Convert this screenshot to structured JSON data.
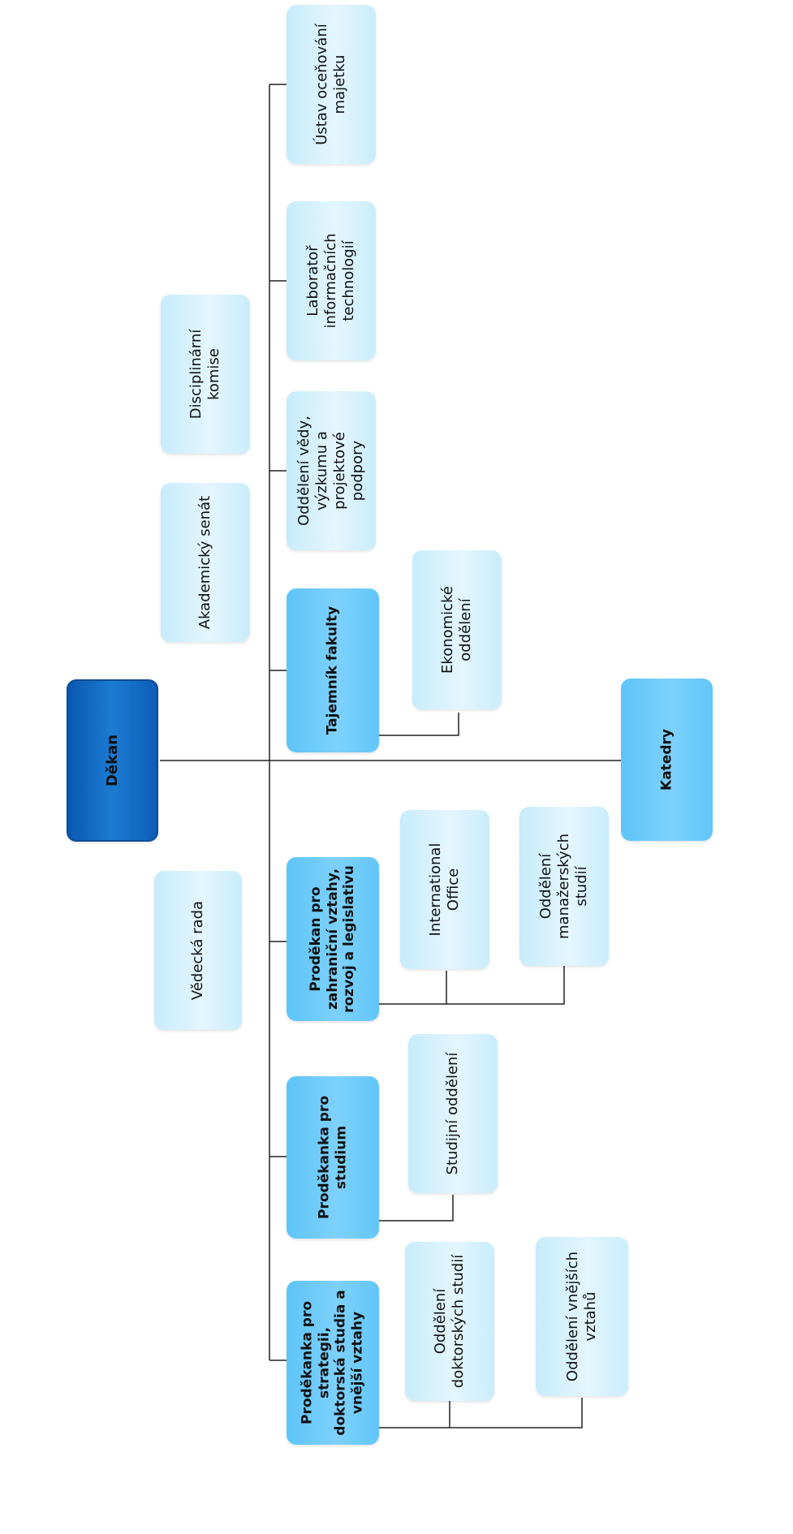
{
  "nodes": {
    "dekan": "Děkan",
    "vedecka_rada": "Vědecká rada",
    "akademicky_senat": "Akademický senát",
    "disciplinarni_komise": "Disciplinární komise",
    "prodekanka_strategie": "Proděkanka pro strategii, doktorská studia a vnější vztahy",
    "prodekanka_studium": "Proděkanka pro studium",
    "prodekan_zahranici": "Proděkan pro zahraniční vztahy, rozvoj a legislativu",
    "tajemnik": "Tajemník fakulty",
    "oddeleni_vedy": "Oddělení vědy, výzkumu a projektové podpory",
    "laborator": "Laboratoř informačních technologií",
    "ustav": "Ústav oceňování majetku",
    "oddeleni_doktorskych": "Oddělení doktorských studií",
    "oddeleni_vnejsich": "Oddělení vnějších vztahů",
    "studijni_oddeleni": "Studijní oddělení",
    "international_office": "International Office",
    "oddeleni_manazerskych": "Oddělení manažerských studií",
    "ekonomicke_oddeleni": "Ekonomické oddělení",
    "katedry": "Katedry"
  },
  "colors": {
    "dark": "#0a58b0",
    "mid": "#5ec4f8",
    "light": "#d8f2fd",
    "line": "#222222"
  }
}
